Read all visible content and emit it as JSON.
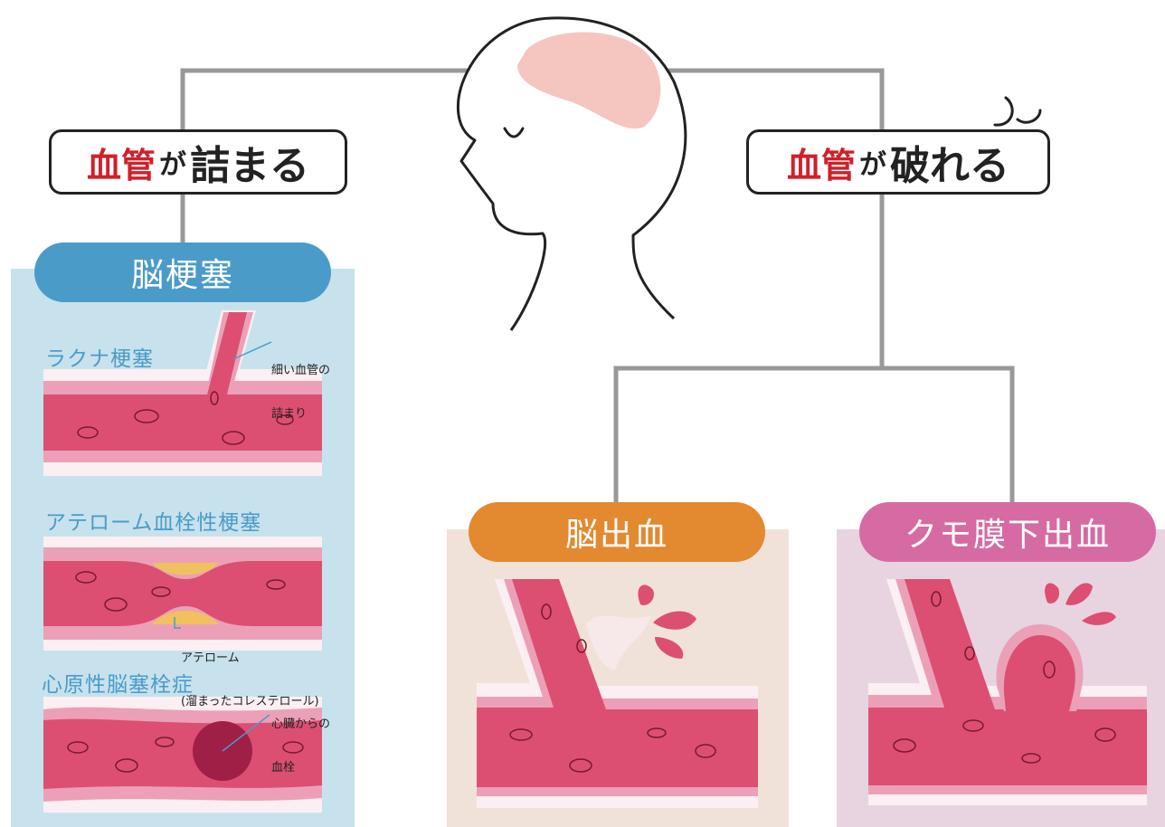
{
  "left_bubble": {
    "word1": "血管",
    "particle": "が",
    "word2": "詰まる"
  },
  "right_bubble": {
    "word1": "血管",
    "particle": "が",
    "word2": "破れる"
  },
  "infarction": {
    "title": "脳梗塞",
    "lacunar": {
      "title": "ラクナ梗塞",
      "note_line1": "細い血管の",
      "note_line2": "詰まり"
    },
    "atherothrombotic": {
      "title": "アテローム血栓性梗塞",
      "note_line1": "アテローム",
      "note_line2": "(溜まったコレステロール)"
    },
    "cardioembolic": {
      "title": "心原性脳塞栓症",
      "note_line1": "心臓からの",
      "note_line2": "血栓"
    }
  },
  "hemorrhage": {
    "title": "脳出血"
  },
  "subarachnoid": {
    "title": "クモ膜下出血"
  },
  "colors": {
    "vessel": "#dc4f72",
    "vessel_light": "#eba0b8",
    "clot": "#a01f47",
    "plaque": "#f0c15e",
    "brain": "#f5c5c0",
    "connector": "#999999",
    "infarction_bg": "#c7e2ec",
    "infarction_pill": "#4b9bc9",
    "hemorrhage_bg": "#f1e2d9",
    "hemorrhage_pill": "#e38930",
    "subarachnoid_bg": "#e8d4e1",
    "subarachnoid_pill": "#d66aa3"
  }
}
